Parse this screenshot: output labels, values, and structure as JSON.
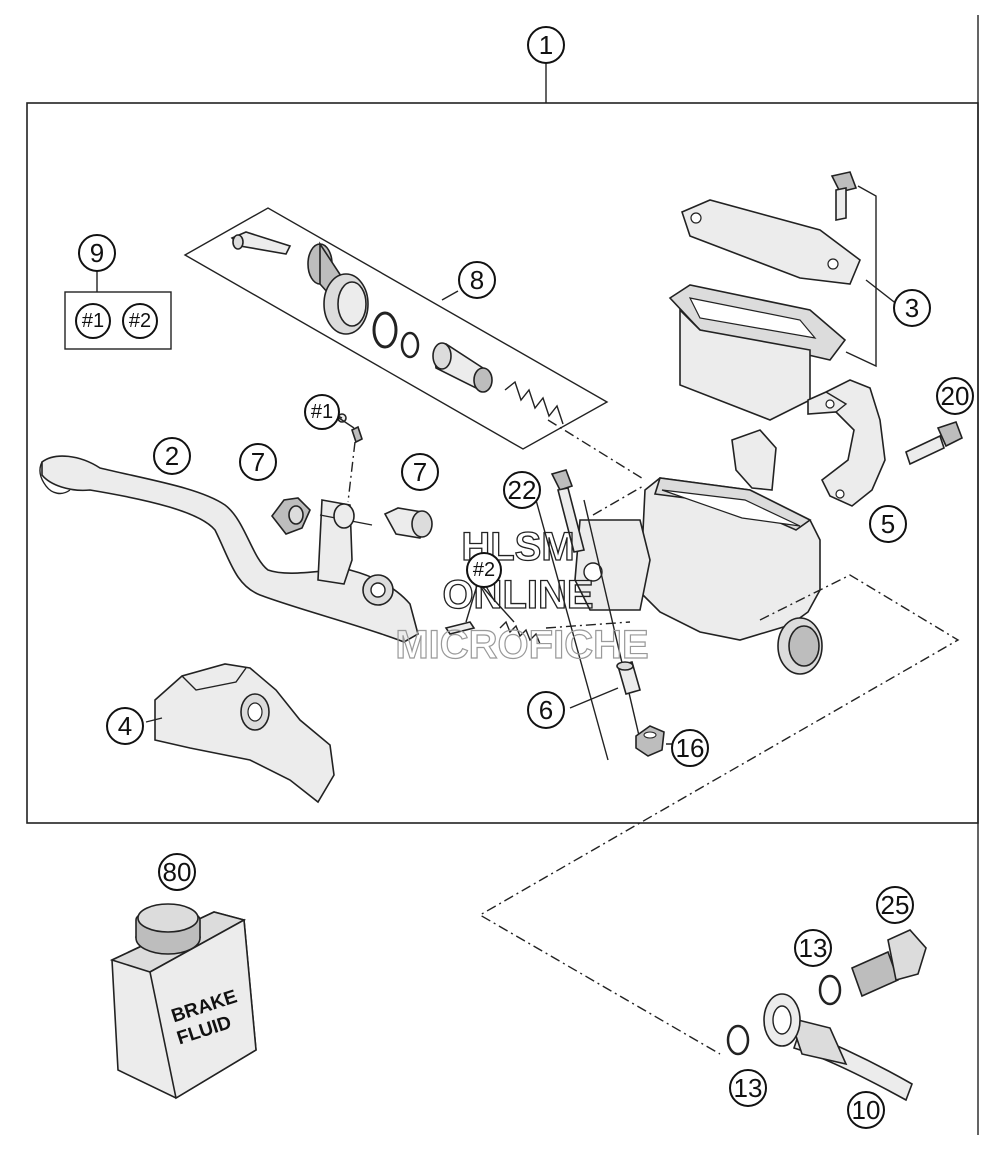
{
  "callouts": {
    "c1": "1",
    "c2": "2",
    "c3": "3",
    "c4": "4",
    "c5": "5",
    "c6": "6",
    "c7a": "7",
    "c7b": "7",
    "c8": "8",
    "c9": "9",
    "c10": "10",
    "c13a": "13",
    "c13b": "13",
    "c16": "16",
    "c20": "20",
    "c22": "22",
    "c25": "25",
    "c80": "80",
    "h1a": "#1",
    "h2a": "#2",
    "h1b": "#1",
    "h2b": "#2"
  },
  "watermark": {
    "line1": "HLSM",
    "line2": "ONLINE",
    "line3": "MICROFICHE"
  },
  "bottle": {
    "line1": "BRAKE",
    "line2": "FLUID"
  }
}
